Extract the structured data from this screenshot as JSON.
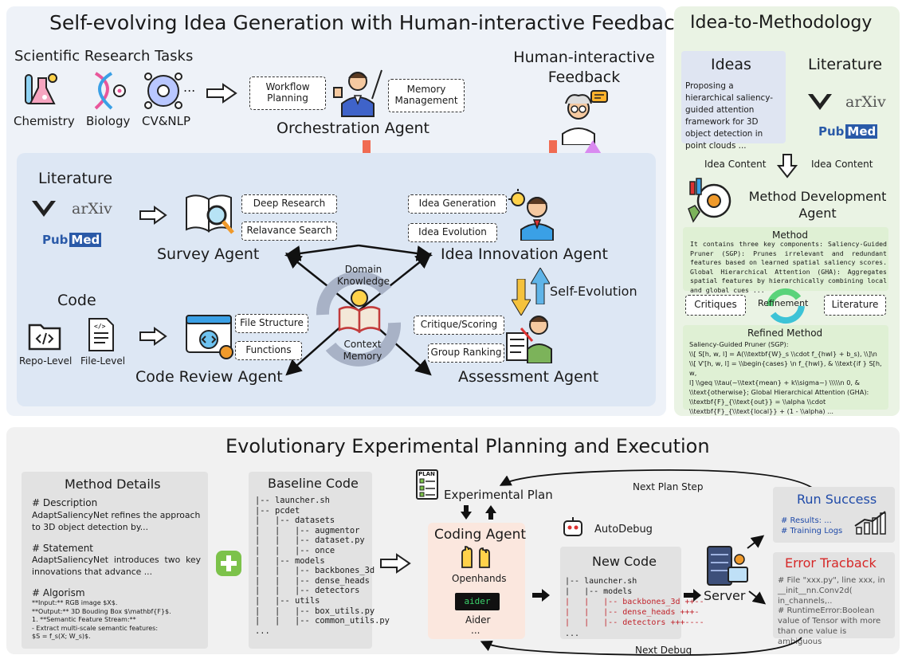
{
  "colors": {
    "panel_left": "#eef2f8",
    "panel_right": "#eaf3e4",
    "inner_blue": "#dde7f4",
    "arrow_red": "#f06b52",
    "arrow_purple": "#d98af0",
    "arrow_blue": "#5fb4e8",
    "arrow_yellow": "#f5c23d",
    "error_red": "#d62828",
    "run_blue": "#1f4aa8",
    "plus_green": "#7cc24a"
  },
  "top_left": {
    "title": "Self-evolving Idea Generation with Human-interactive Feedback",
    "tasks_title": "Scientific Research Tasks",
    "tasks": [
      "Chemistry",
      "Biology",
      "CV&NLP"
    ],
    "ellipsis": "...",
    "workflow_planning": "Workflow Planning",
    "memory_management": "Memory Management",
    "orchestration_agent": "Orchestration Agent",
    "human_feedback": "Human-interactive Feedback"
  },
  "inner": {
    "literature_title": "Literature",
    "arxiv": "arXiv",
    "pubmed_pub": "Pub",
    "pubmed_med": "Med",
    "code_title": "Code",
    "repo_level": "Repo-Level",
    "file_level": "File-Level",
    "deep_research": "Deep Research",
    "relevance_search": "Relavance Search",
    "survey_agent": "Survey Agent",
    "file_structure": "File Structure",
    "functions": "Functions",
    "code_review_agent": "Code Review Agent",
    "idea_generation": "Idea Generation",
    "idea_evolution": "Idea Evolution",
    "idea_innovation_agent": "Idea Innovation Agent",
    "self_evolution": "Self-Evolution",
    "critique_scoring": "Critique/Scoring",
    "group_ranking": "Group Ranking",
    "assessment_agent": "Assessment Agent",
    "domain_knowledge": "Domain Knowledge",
    "context_memory": "Context Memory"
  },
  "right": {
    "title": "Idea-to-Methodology",
    "ideas_title": "Ideas",
    "ideas_text": "Proposing a hierarchical saliency-guided attention framework for 3D object detection in point clouds ...",
    "literature_title": "Literature",
    "idea_content_left": "Idea Content",
    "idea_content_right": "Idea Content",
    "method_dev_agent": "Method Development Agent",
    "method_title": "Method",
    "method_text": "It contains three key components: Saliency-Guided Pruner (SGP): Prunes irrelevant and redundant features based on learned spatial saliency scores. Global Hierarchical Attention (GHA): Aggregates spatial features by hierarchically combining local and global cues ...",
    "critiques": "Critiques",
    "refinement": "Refinement",
    "literature_box": "Literature",
    "refined_title": "Refined Method",
    "refined_text": "Saliency-Guided Pruner (SGP):\n\\\\[ S[h, w, l] = A(\\\\textbf{W}_s \\\\cdot f_{hwl} + b_s), \\\\]\\n\n\\\\[ V'[h, w, l] = \\\\begin{cases} \\n f_{hwl}, & \\\\text{if } S[h, w,\nl] \\\\geq \\\\tau(~\\\\text{mean} + k\\\\sigma~) \\\\\\\\\\n 0, &\n\\\\text{otherwise}; Global Hierarchical Attention (GHA):\n\\\\textbf{F}_{\\\\text{out}} = \\\\alpha \\\\cdot\n\\\\textbf{F}_{\\\\text{local}} + (1 - \\\\alpha) ..."
  },
  "bottom": {
    "title": "Evolutionary Experimental Planning and Execution",
    "method_details_title": "Method Details",
    "desc_head": "# Description",
    "desc_text": "AdaptSaliencyNet refines the approach to 3D object detection by...",
    "statement_head": "# Statement",
    "statement_text": "AdaptSaliencyNet introduces two key innovations that advance ...",
    "algorism_head": "# Algorism",
    "algorism_text": "**Input:** RGB image $X$.\n**Output:** 3D Bouding Box $\\mathbf{F}$.\n1. **Semantic Feature Stream:**\n- Extract multi-scale semantic features:\n$S = f_s(X; W_s)$.",
    "baseline_title": "Baseline Code",
    "baseline_code": "|-- launcher.sh\n|-- pcdet\n|   |-- datasets\n|   |   |-- augmentor\n|   |   |-- dataset.py\n|   |   |-- once\n|   |-- models\n|   |   |-- backbones_3d\n|   |   |-- dense_heads\n|   |   |-- detectors\n|   |-- utils\n|   |   |-- box_utils.py\n|   |   |-- common_utils.py\n...",
    "plan_icon_label": "PLAN",
    "experimental_plan": "Experimental Plan",
    "next_plan_step": "Next Plan Step",
    "coding_agent": "Coding Agent",
    "openhands": "Openhands",
    "aider_badge": "aider",
    "aider": "Aider",
    "coding_ellipsis": "...",
    "autodebug": "AutoDebug",
    "new_code_title": "New Code",
    "new_code_lines": [
      {
        "text": "|-- launcher.sh",
        "red": false
      },
      {
        "text": "|   |-- models",
        "red": false
      },
      {
        "text": "|   |   |-- backbones_3d ++--",
        "red": true
      },
      {
        "text": "|   |   |-- dense_heads +++-",
        "red": true
      },
      {
        "text": "|   |   |-- detectors +++----",
        "red": true
      },
      {
        "text": "...",
        "red": false
      }
    ],
    "server": "Server",
    "run_success": "Run Success",
    "results": "# Results: ...",
    "training_logs": "# Training Logs",
    "error_title": "Error Tracback",
    "error_text": "# File \"xxx.py\", line xxx, in __init__nn.Conv2d( in_channels,..\n# RuntimeError:Boolean value of Tensor with more than one value is ambiguous",
    "next_debug": "Next Debug"
  }
}
